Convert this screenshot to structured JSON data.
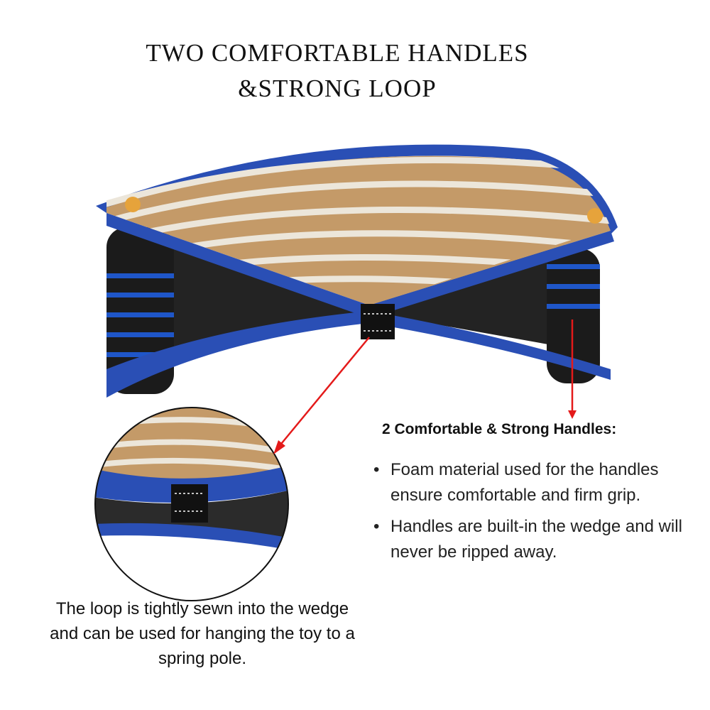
{
  "title": {
    "line1": "TWO COMFORTABLE HANDLES",
    "line2": "&STRONG LOOP"
  },
  "handles_section": {
    "heading": "2 Comfortable & Strong Handles:",
    "bullets": [
      "Foam material used for the handles ensure comfortable and firm grip.",
      "Handles are built-in the wedge and will never be ripped away."
    ]
  },
  "loop_caption": "The loop is tightly sewn into the wedge and can be used for hanging the toy to a spring pole.",
  "colors": {
    "jute": "#c49a68",
    "jute_stripe": "#ece6da",
    "border_blue": "#2a4fb5",
    "handle_black": "#1b1b1b",
    "handle_stripe": "#1f56c8",
    "arrow_red": "#e41a1a"
  }
}
